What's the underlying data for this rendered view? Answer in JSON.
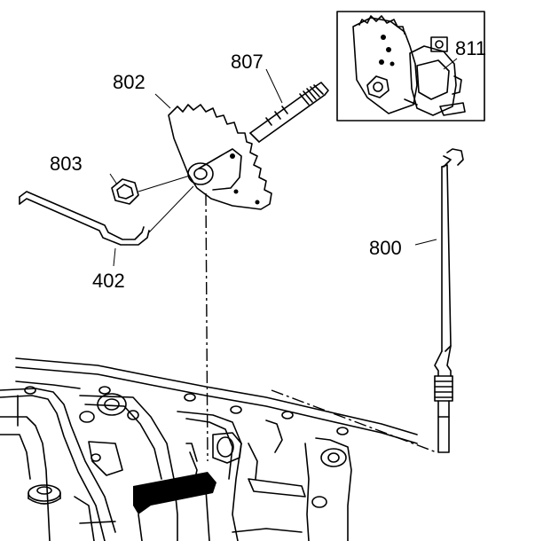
{
  "callouts": {
    "c800": "800",
    "c802": "802",
    "c803": "803",
    "c807": "807",
    "c811": "811",
    "c402": "402"
  }
}
